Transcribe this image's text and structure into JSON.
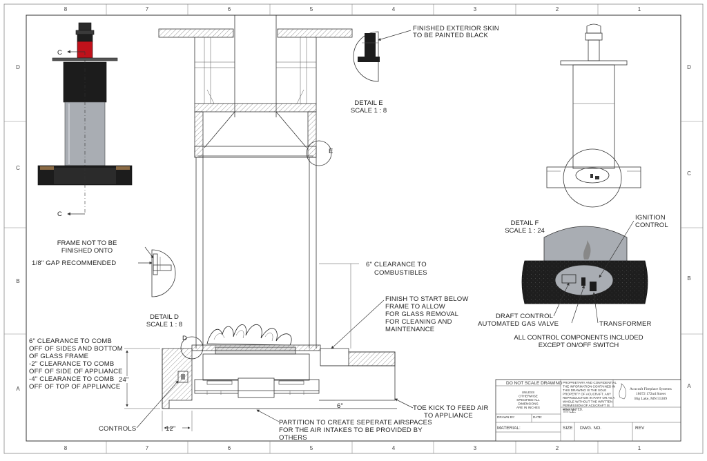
{
  "border_zones": {
    "columns": [
      "8",
      "7",
      "6",
      "5",
      "4",
      "3",
      "2",
      "1"
    ],
    "rows": [
      "D",
      "C",
      "B",
      "A"
    ]
  },
  "section_markers": {
    "top": "C",
    "bottom": "C"
  },
  "detail_markers": {
    "d": "D",
    "e": "E"
  },
  "callouts": {
    "finished_skin": [
      "FINISHED EXTERIOR SKIN",
      "TO BE PAINTED BLACK"
    ],
    "detail_e": [
      "DETAIL E",
      "SCALE 1 : 8"
    ],
    "frame_not_finished": [
      "FRAME NOT TO BE",
      "FINISHED ONTO"
    ],
    "gap": "1/8\" GAP RECOMMENDED",
    "clearance_combustibles": [
      "6\" CLEARANCE TO",
      "COMBUSTIBLES"
    ],
    "detail_d": [
      "DETAIL D",
      "SCALE 1 : 8"
    ],
    "finish_below": [
      "FINISH TO START BELOW",
      "FRAME TO ALLOW",
      "FOR GLASS REMOVAL",
      "FOR CLEANING AND",
      "MAINTENANCE"
    ],
    "clearance_comb": [
      "6\" CLEARANCE TO COMB",
      "OFF OF SIDES AND BOTTOM",
      "OF GLASS FRAME",
      "-2\" CLEARANCE TO COMB",
      "OFF OF SIDE OF APPLIANCE",
      "-4\" CLEARANCE TO COMB",
      "OFF OF TOP OF APPLIANCE"
    ],
    "dim_24": "24\"",
    "dim_6": "6\"",
    "dim_12": "12\"",
    "controls": "CONTROLS",
    "toe_kick": [
      "TOE KICK TO FEED AIR",
      "TO APPLIANCE"
    ],
    "partition": [
      "PARTITION TO CREATE SEPERATE AIRSPACES",
      "FOR THE AIR INTAKES TO BE PROVIDED BY",
      "OTHERS"
    ],
    "detail_f": [
      "DETAIL F",
      "SCALE 1 : 24"
    ],
    "ignition": [
      "IGNITION",
      "CONTROL"
    ],
    "draft_control": "DRAFT CONTROL",
    "gas_valve": "AUTOMATED GAS VALVE",
    "transformer": "TRANSFORMER",
    "components_note": [
      "ALL CONTROL COMPONENTS INCLUDED",
      "EXCEPT ON/OFF SWITCH"
    ]
  },
  "title_block": {
    "do_not_scale": "DO NOT SCALE DRAWING",
    "unless": [
      "UNLESS",
      "OTHERWISE",
      "SPECIFIED ALL",
      "DIMENSIONS",
      "ARE IN INCHES"
    ],
    "proprietary": [
      "PROPRIETARY AND CONFIDENTIAL",
      "THE INFORMATION CONTAINED IN",
      "THIS DRAWING IS THE SOLE",
      "PROPERTY OF ACUCRAFT. ANY",
      "REPRODUCTION IN PART OR AS A",
      "WHOLE WITHOUT THE WRITTEN",
      "PERMISSION OF ACUCRAFT IS",
      "PROHIBITED."
    ],
    "company": [
      "Acucraft Fireplace Systems",
      "18672 172nd Street",
      "Big Lake, MN 55309"
    ],
    "drawn_by": "DRAWN BY:",
    "date": "DATE:",
    "title": "TITLE:",
    "material": "MATERIAL:",
    "size": "SIZE",
    "dwg_no": "DWG. NO.",
    "rev": "REV"
  },
  "colors": {
    "line": "#333333",
    "metal_gray": "#a9adb3",
    "black_skin": "#1c1c1c",
    "red_collar": "#c0121b",
    "brown_trim": "#8a6a44"
  }
}
